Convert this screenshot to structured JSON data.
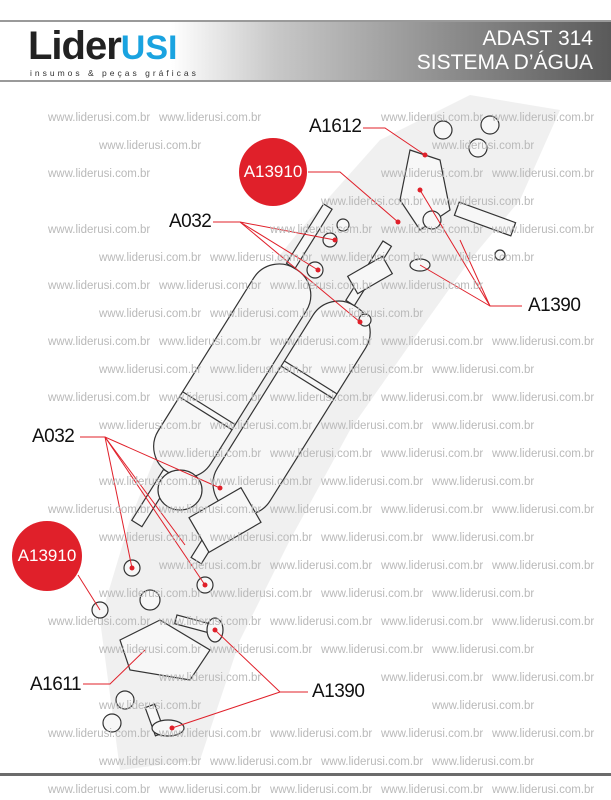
{
  "watermark": "www.liderusi.com.br",
  "header": {
    "logo_dark": "Lider",
    "logo_blue": "USI",
    "logo_tagline": "insumos & peças gráficas",
    "title_line1": "ADAST 314",
    "title_line2": "SISTEMA D’ÁGUA"
  },
  "callouts": {
    "a1612": "A1612",
    "a13910_top": "A13910",
    "a032_top": "A032",
    "a1390_top": "A1390",
    "a032_bottom": "A032",
    "a13910_bottom": "A13910",
    "a1611": "A1611",
    "a1390_bottom": "A1390"
  },
  "colors": {
    "accent_red": "#e0202a",
    "logo_blue": "#1aa3e0"
  }
}
